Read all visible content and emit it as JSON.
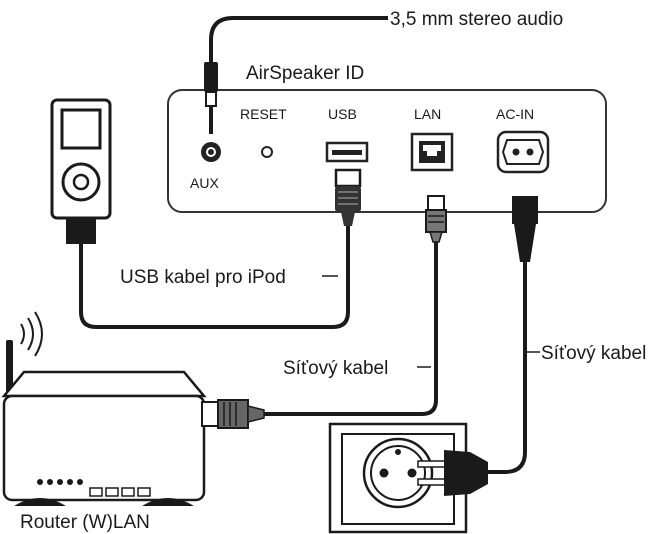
{
  "device": {
    "title": "AirSpeaker ID",
    "ports": {
      "aux": "AUX",
      "reset": "RESET",
      "usb": "USB",
      "lan": "LAN",
      "ac_in": "AC-IN"
    }
  },
  "cables": {
    "audio": "3,5 mm stereo audio",
    "usb": "USB kabel pro iPod",
    "network": "Síťový kabel",
    "power": "Síťový kabel"
  },
  "router": {
    "label": "Router (W)LAN"
  }
}
